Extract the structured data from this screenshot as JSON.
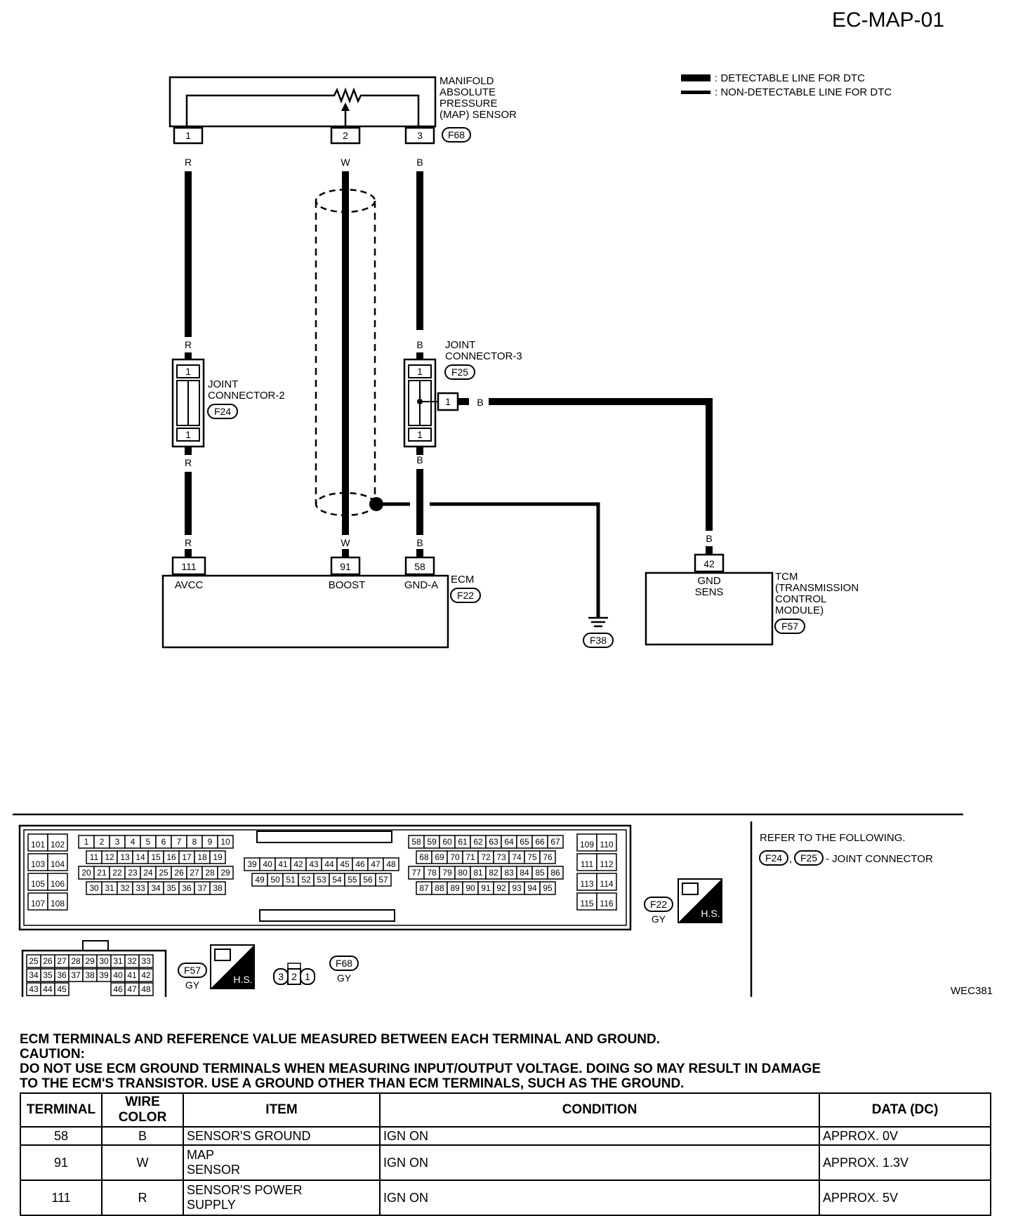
{
  "page_title": "EC-MAP-01",
  "legend": {
    "detectable": ": DETECTABLE LINE FOR DTC",
    "non_detectable": ": NON-DETECTABLE LINE FOR DTC"
  },
  "map_sensor": {
    "name_lines": [
      "MANIFOLD",
      "ABSOLUTE",
      "PRESSURE",
      "(MAP) SENSOR"
    ],
    "connector": "F68",
    "pins": [
      "1",
      "2",
      "3"
    ]
  },
  "wire_colors": {
    "r": "R",
    "w": "W",
    "b": "B"
  },
  "joint_connector_2": {
    "name_lines": [
      "JOINT",
      "CONNECTOR-2"
    ],
    "connector": "F24",
    "pins": [
      "1",
      "1"
    ]
  },
  "joint_connector_3": {
    "name_lines": [
      "JOINT",
      "CONNECTOR-3"
    ],
    "connector": "F25",
    "pins": [
      "1",
      "1",
      "1"
    ]
  },
  "ecm": {
    "name": "ECM",
    "connector": "F22",
    "pins": [
      "111",
      "91",
      "58"
    ],
    "pin_labels": [
      "AVCC",
      "BOOST",
      "GND-A"
    ]
  },
  "ground": {
    "connector": "F38"
  },
  "tcm": {
    "name_lines": [
      "TCM",
      "(TRANSMISSION",
      "CONTROL",
      "MODULE)"
    ],
    "connector": "F57",
    "pin": "42",
    "pin_label_lines": [
      "GND",
      "SENS"
    ]
  },
  "connector_views": {
    "refer_text": "REFER TO THE FOLLOWING.",
    "refer_item": "- JOINT CONNECTOR",
    "refer_connectors": [
      "F24",
      "F25"
    ],
    "ecm_connector": "F22",
    "ecm_color": "GY",
    "tcm_connector": "F57",
    "tcm_color": "GY",
    "map_connector": "F68",
    "map_color": "GY",
    "hs_label": "H.S.",
    "map_pins": [
      "3",
      "2",
      "1"
    ],
    "figure_code": "WEC381",
    "ecm_blocks": {
      "b1": [
        [
          "101",
          "102"
        ],
        [
          "103",
          "104"
        ],
        [
          "105",
          "106"
        ],
        [
          "107",
          "108"
        ]
      ],
      "b2": [
        [
          "1",
          "2",
          "3",
          "4",
          "5",
          "6",
          "7",
          "8",
          "9",
          "10"
        ],
        [
          "11",
          "12",
          "13",
          "14",
          "15",
          "16",
          "17",
          "18",
          "19"
        ],
        [
          "20",
          "21",
          "22",
          "23",
          "24",
          "25",
          "26",
          "27",
          "28",
          "29"
        ],
        [
          "30",
          "31",
          "32",
          "33",
          "34",
          "35",
          "36",
          "37",
          "38"
        ]
      ],
      "b3": [
        [
          "39",
          "40",
          "41",
          "42",
          "43",
          "44",
          "45",
          "46",
          "47",
          "48"
        ],
        [
          "49",
          "50",
          "51",
          "52",
          "53",
          "54",
          "55",
          "56",
          "57"
        ]
      ],
      "b4": [
        [
          "58",
          "59",
          "60",
          "61",
          "62",
          "63",
          "64",
          "65",
          "66",
          "67"
        ],
        [
          "68",
          "69",
          "70",
          "71",
          "72",
          "73",
          "74",
          "75",
          "76"
        ],
        [
          "77",
          "78",
          "79",
          "80",
          "81",
          "82",
          "83",
          "84",
          "85",
          "86"
        ],
        [
          "87",
          "88",
          "89",
          "90",
          "91",
          "92",
          "93",
          "94",
          "95"
        ]
      ],
      "b5": [
        [
          "109",
          "110"
        ],
        [
          "111",
          "112"
        ],
        [
          "113",
          "114"
        ],
        [
          "115",
          "116"
        ]
      ]
    },
    "tcm_rows": [
      [
        "25",
        "26",
        "27",
        "28",
        "29",
        "30",
        "31",
        "32",
        "33"
      ],
      [
        "34",
        "35",
        "36",
        "37",
        "38",
        "39",
        "40",
        "41",
        "42"
      ],
      [
        "43",
        "44",
        "45",
        "46",
        "47",
        "48"
      ]
    ]
  },
  "notes": {
    "heading": "ECM TERMINALS AND REFERENCE VALUE MEASURED BETWEEN EACH TERMINAL AND GROUND.",
    "caution_label": "CAUTION:",
    "caution_line1": "DO NOT USE ECM GROUND TERMINALS WHEN MEASURING INPUT/OUTPUT VOLTAGE. DOING SO MAY RESULT IN DAMAGE",
    "caution_line2": "TO THE ECM'S TRANSISTOR. USE A GROUND OTHER THAN ECM TERMINALS, SUCH AS THE GROUND."
  },
  "table": {
    "headers": [
      "TERMINAL",
      "WIRE COLOR",
      "ITEM",
      "CONDITION",
      "DATA (DC)"
    ],
    "rows": [
      {
        "terminal": "58",
        "wire_color": "B",
        "item": [
          "SENSOR'S GROUND"
        ],
        "condition": "IGN ON",
        "data": "APPROX. 0V"
      },
      {
        "terminal": "91",
        "wire_color": "W",
        "item": [
          "MAP",
          "SENSOR"
        ],
        "condition": "IGN ON",
        "data": "APPROX. 1.3V"
      },
      {
        "terminal": "111",
        "wire_color": "R",
        "item": [
          "SENSOR'S POWER",
          "SUPPLY"
        ],
        "condition": "IGN ON",
        "data": "APPROX. 5V"
      }
    ]
  }
}
